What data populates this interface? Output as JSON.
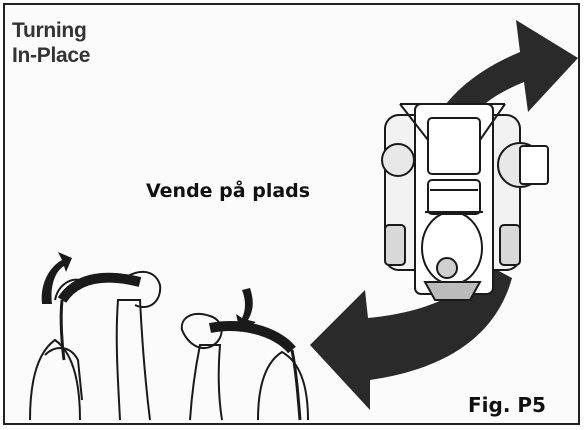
{
  "figure": {
    "title": "Turning\nIn-Place",
    "caption": "Vende på plads",
    "fig_label": "Fig. P5",
    "colors": {
      "ink": "#1a1a1a",
      "paper": "#fbfbfb",
      "arrow": "#2a2a2a"
    },
    "icons": [
      "curved-arrow-icon",
      "lawn-mower-top-view-icon",
      "hand-on-lever-icon"
    ]
  }
}
